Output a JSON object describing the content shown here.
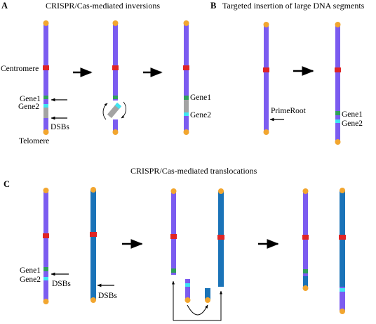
{
  "panels": {
    "a": {
      "letter": "A",
      "title": "CRISPR/Cas-mediated inversions"
    },
    "b": {
      "letter": "B",
      "title": "Targeted insertion of large DNA segments"
    },
    "c": {
      "letter": "C",
      "title": "CRISPR/Cas-mediated translocations"
    }
  },
  "labels": {
    "centromere": "Centromere",
    "telomere": "Telomere",
    "gene1_a": "Gene1",
    "gene2_a": "Gene2",
    "dsbs_a": "DSBs",
    "gene1_a3": "Gene1",
    "gene2_a3": "Gene2",
    "primeroot": "PrimeRoot",
    "gene1_b": "Gene1",
    "gene2_b": "Gene2",
    "gene1_c": "Gene1",
    "gene2_c": "Gene2",
    "dsbs_c1": "DSBs",
    "dsbs_c2": "DSBs"
  },
  "colors": {
    "chromosome_purple": "#7b5cf0",
    "chromosome_blue": "#1a73b8",
    "centromere": "#e02424",
    "telomere": "#f2a62f",
    "gene1": "#2fa05a",
    "gene2": "#3fe6f2",
    "segment": "#a3a3a3"
  }
}
